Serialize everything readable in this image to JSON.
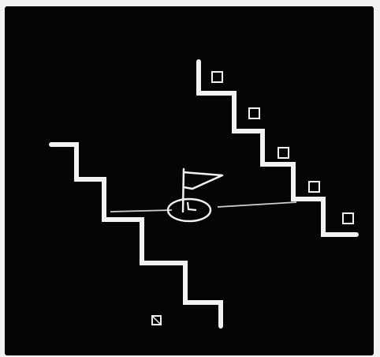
{
  "scene": {
    "description": "",
    "colors": {
      "background": "#050505",
      "outline": "#f2f2f2",
      "frame": "#f2f2f0"
    },
    "objects": {
      "left_wall": "staircase-wall",
      "right_wall": "staircase-wall",
      "hole": "golf-hole",
      "flag": "flag-icon",
      "ball": "ball-marker"
    },
    "targets_count": 5
  }
}
